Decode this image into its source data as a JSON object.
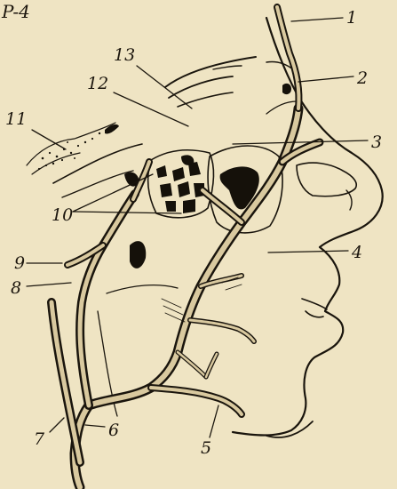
{
  "corner_mark": "P-4",
  "labels": [
    "1",
    "2",
    "3",
    "4",
    "5",
    "6",
    "7",
    "8",
    "9",
    "10",
    "11",
    "12",
    "13"
  ],
  "colors": {
    "paper": "#efe4c3",
    "ink": "#1a150d",
    "vessel_fill": "#d9c99f"
  }
}
